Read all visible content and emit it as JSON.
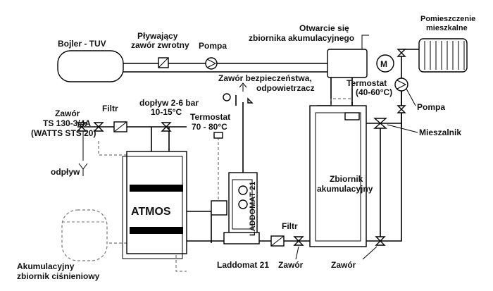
{
  "labels": {
    "boiler_tuv": "Bojler - TUV",
    "check_valve": "Pływający\nzawór zwrotny",
    "pump_top": "Pompa",
    "tank_opening": "Otwarcie się\nzbiornika akumulacyjnego",
    "living_room": "Pomieszczenie\nmieszkalne",
    "motor": "M",
    "safety_valve": "Zawór bezpieczeństwa,\nodpowietrzacz",
    "thermostat_right": "Termostat\n(40-60°C)",
    "pump_right": "Pompa",
    "valve_ts": "Zawór\nTS 130-3/4A\n(WATTS STS 20)",
    "filter_top": "Filtr",
    "inflow": "dopływ 2-6 bar\n10-15°C",
    "thermostat_mid": "Termostat\n70 - 80°C",
    "mixer": "Mieszalnik",
    "drain": "odpływ",
    "atmos": "ATMOS",
    "tank": "Zbiornik\nakumulacyjny",
    "laddomat_vertical": "LADDOMAT 21",
    "filter_bottom": "Filtr",
    "pressure_tank": "Akumulacyjny\nzbiornik ciśnieniowy",
    "laddomat": "Laddomat 21",
    "valve_bottom_left": "Zawór",
    "valve_bottom_right": "Zawór"
  }
}
